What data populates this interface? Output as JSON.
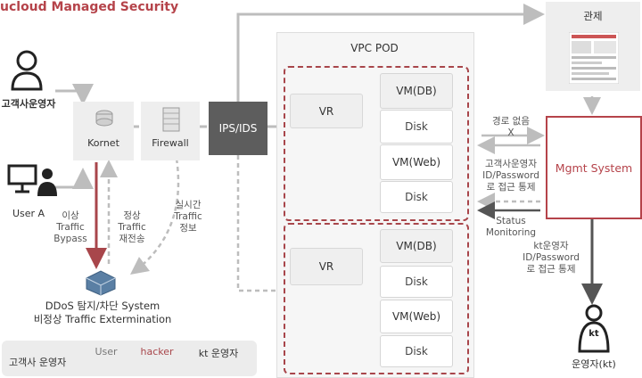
{
  "title": "ucloud Managed Security",
  "actors": {
    "customer_operator": "고객사운영자",
    "user_a": "User A",
    "kt_operator": "운영자(kt)",
    "kt_badge": "kt"
  },
  "nodes": {
    "kornet": "Kornet",
    "firewall": "Firewall",
    "ips": "IPS/IDS",
    "monitoring": "관제",
    "mgmt": "Mgmt System",
    "vpc_pod": "VPC POD",
    "vr1": "VR",
    "vr2": "VR",
    "vm_db1": "VM(DB)",
    "disk1": "Disk",
    "vm_web1": "VM(Web)",
    "disk2": "Disk",
    "vm_db2": "VM(DB)",
    "disk3": "Disk",
    "vm_web2": "VM(Web)",
    "disk4": "Disk",
    "ddos_line1": "DDoS 탐지/차단 System",
    "ddos_line2": "비정상 Traffic Extermination"
  },
  "labels": {
    "abnormal": [
      "이상",
      "Traffic",
      "Bypass"
    ],
    "normal": [
      "정상",
      "Traffic",
      "재전송"
    ],
    "realtime": [
      "실시간",
      "Traffic",
      "정보"
    ],
    "no_path": [
      "경로 없음",
      "X"
    ],
    "cust_access": [
      "고객사운영자",
      "ID/Password",
      "로 접근 통제"
    ],
    "status": [
      "Status",
      "Monitoring"
    ],
    "kt_access": [
      "kt운영자",
      "ID/Password",
      "로 접근 통제"
    ]
  },
  "legend": {
    "title": "고객사 운영자",
    "user": "User",
    "hacker": "hacker",
    "kt": "kt 운영자"
  },
  "colors": {
    "accent": "#b5434a",
    "dark_box": "#5d5d5d",
    "gray_arrow": "#bdbdbd",
    "dark_arrow": "#555555"
  }
}
